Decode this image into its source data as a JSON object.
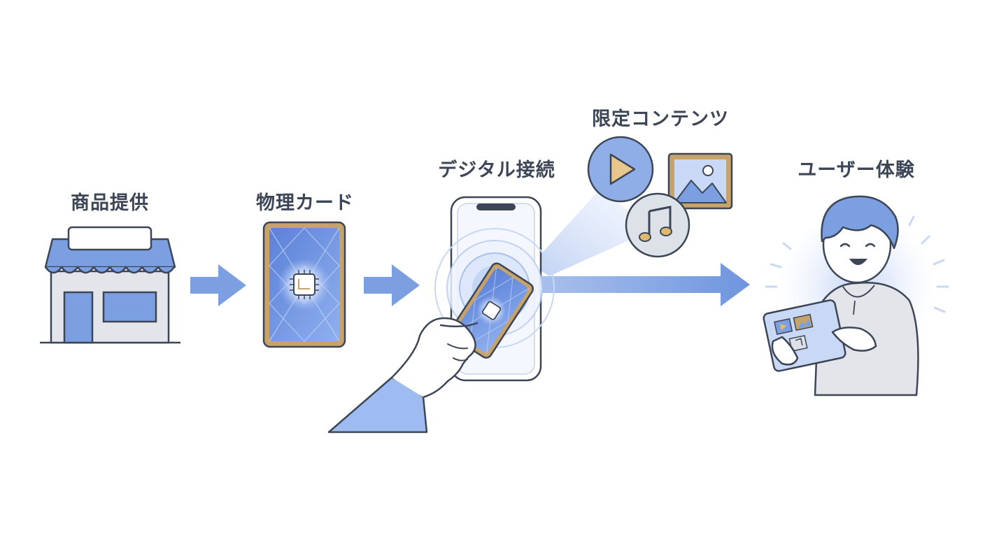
{
  "steps": [
    {
      "label": "商品提供",
      "icon": "storefront-icon"
    },
    {
      "label": "物理カード",
      "icon": "chip-card-icon"
    },
    {
      "label": "デジタル接続",
      "icon": "nfc-phone-tap-icon"
    },
    {
      "label": "限定コンテンツ",
      "icon": "media-content-icon"
    },
    {
      "label": "ユーザー体験",
      "icon": "happy-user-tablet-icon"
    }
  ],
  "colors": {
    "outline": "#3c4657",
    "accent_blue": "#7b9fe0",
    "light_blue": "#c9d8f5",
    "gold": "#c6a36a",
    "gray": "#e3e5ea"
  }
}
